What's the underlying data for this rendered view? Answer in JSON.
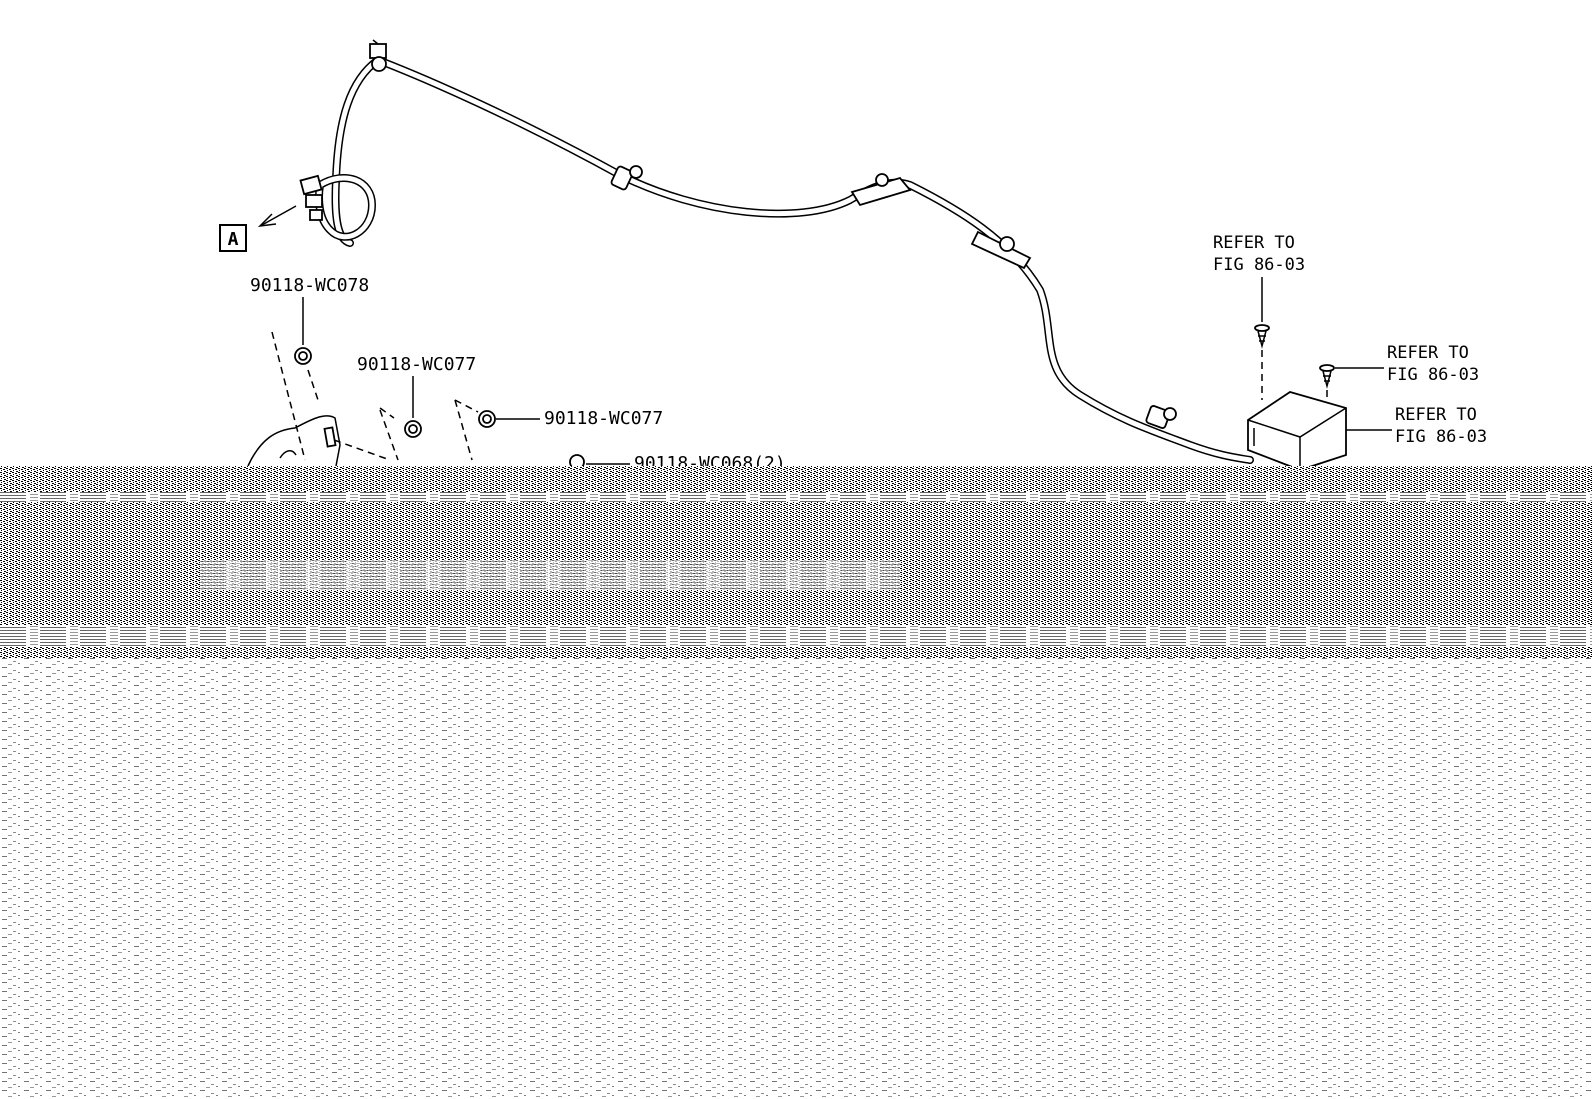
{
  "callout_marker": "A",
  "labels": {
    "part_wc078": "90118-WC078",
    "part_wc077_left": "90118-WC077",
    "part_wc077_right": "90118-WC077",
    "part_wc068": "90118-WC068(2)",
    "refer_top_line1": "REFER TO",
    "refer_top_line2": "FIG 86-03",
    "refer_mid_line1": "REFER TO",
    "refer_mid_line2": "FIG 86-03",
    "refer_right_line1": "REFER TO",
    "refer_right_line2": "FIG 86-03"
  },
  "colors": {
    "ink": "#000000",
    "paper": "#ffffff",
    "noise_band": "#7a7a7a"
  }
}
